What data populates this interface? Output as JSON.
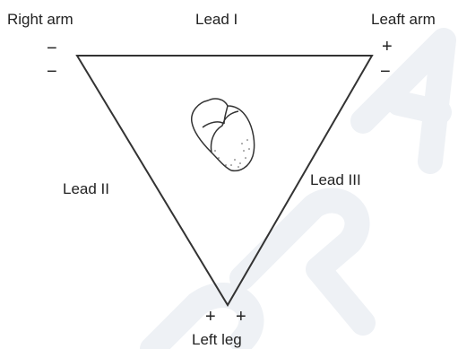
{
  "labels": {
    "right_arm": "Right arm",
    "lead_1": "Lead I",
    "left_arm": "Leaft arm",
    "lead_2": "Lead  II",
    "lead_3": "Lead  III",
    "left_leg": "Left leg"
  },
  "signs": {
    "right_arm_top": "−",
    "right_arm_bottom": "−",
    "left_arm_top": "+",
    "left_arm_bottom": "−",
    "left_leg_left": "+",
    "left_leg_right": "+"
  },
  "watermark_text": "DRAFT",
  "colors": {
    "line": "#333333",
    "text": "#222222",
    "watermark": "#eef1f5"
  }
}
